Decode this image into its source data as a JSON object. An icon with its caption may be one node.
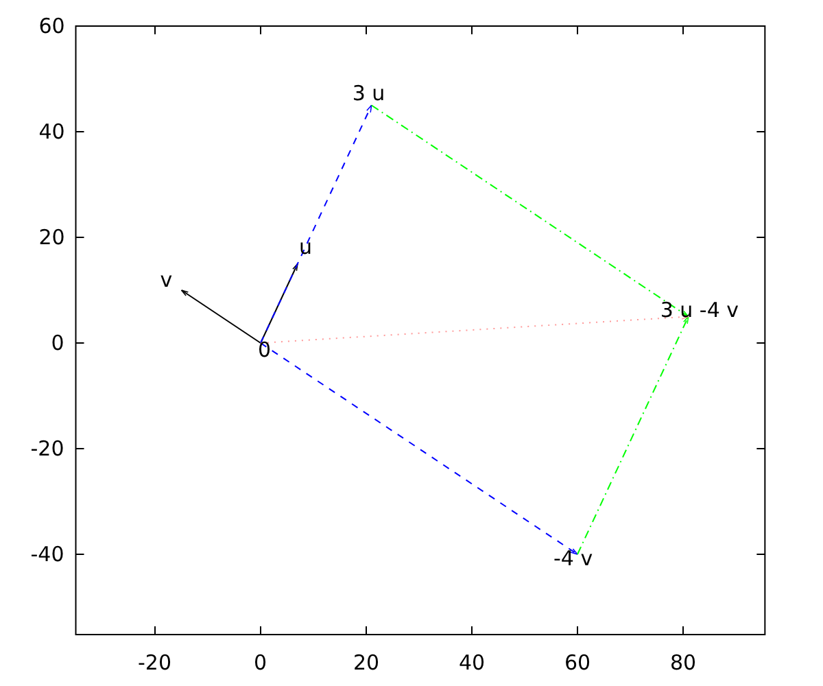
{
  "diagram": {
    "nodes": [
      {
        "text": [
          "0"
        ]
      },
      {
        "text": [
          "u"
        ]
      },
      {
        "text": [
          "v"
        ]
      },
      {
        "text": [
          "3 u"
        ]
      },
      {
        "text": [
          "-4 v"
        ]
      },
      {
        "text": [
          "3 u -4 v"
        ]
      }
    ],
    "edges": [
      {
        "from": 0,
        "to": 2,
        "arrow": "to"
      },
      {
        "from": 0,
        "to": 1,
        "arrow": "to"
      },
      {
        "from": 0,
        "to": 3,
        "arrow": "to",
        "style": "dashed",
        "color": "#0000ff"
      },
      {
        "from": 0,
        "to": 4,
        "arrow": "to",
        "style": "dashed",
        "color": "#0000ff"
      },
      {
        "from": 3,
        "to": 5,
        "arrow": "to",
        "style": "dashed",
        "color": "#00ff00"
      },
      {
        "from": 4,
        "to": 5,
        "arrow": "to",
        "style": "dashed",
        "color": "#00ff00"
      },
      {
        "from": 0,
        "to": 5,
        "arrow": "to",
        "style": "dashed",
        "color": "#ff9999"
      }
    ],
    "labels": [
      "60",
      "40",
      "20",
      "0",
      "-20",
      "-40",
      "-20",
      "0",
      "20",
      "40",
      "60",
      "80"
    ]
  }
}
